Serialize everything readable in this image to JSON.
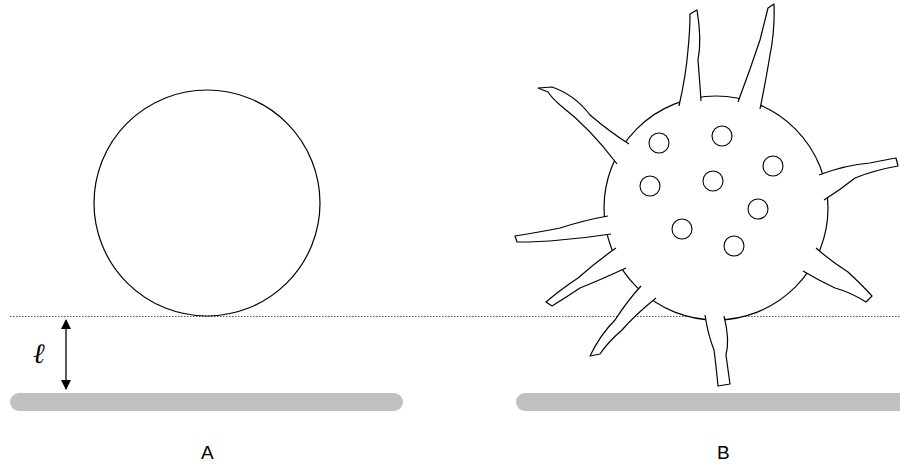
{
  "diagram": {
    "labels": [
      "ℓ",
      "A",
      "B"
    ]
  }
}
